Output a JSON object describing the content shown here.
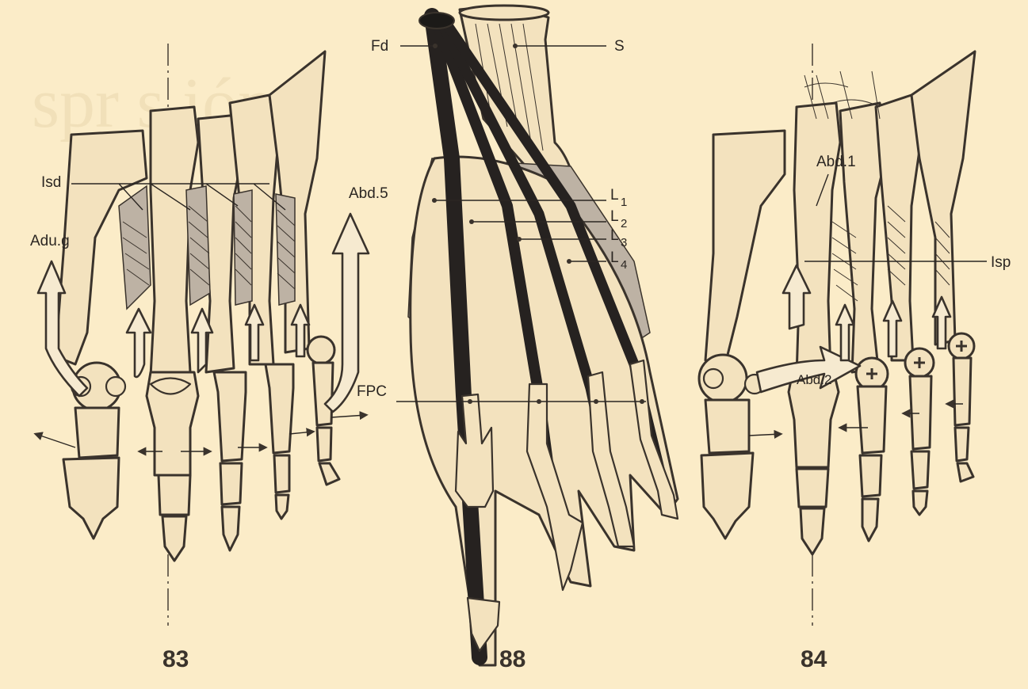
{
  "figures": [
    {
      "number": "83",
      "labels": {
        "isd": "Isd",
        "abd5": "Abd.5",
        "adu_g": "Adu.g"
      }
    },
    {
      "number": "88",
      "labels": {
        "fd": "Fd",
        "s": "S",
        "l1": "L",
        "l1_sub": "1",
        "l2": "L",
        "l2_sub": "2",
        "l3": "L",
        "l3_sub": "3",
        "l4": "L",
        "l4_sub": "4",
        "fpc": "FPC"
      }
    },
    {
      "number": "84",
      "labels": {
        "abd1": "Abd.1",
        "isp": "Isp",
        "abd2": "Abd.2"
      }
    }
  ],
  "colors": {
    "background": "#fbecc8",
    "ink": "#3a332c",
    "bone": "#f3e2be"
  }
}
